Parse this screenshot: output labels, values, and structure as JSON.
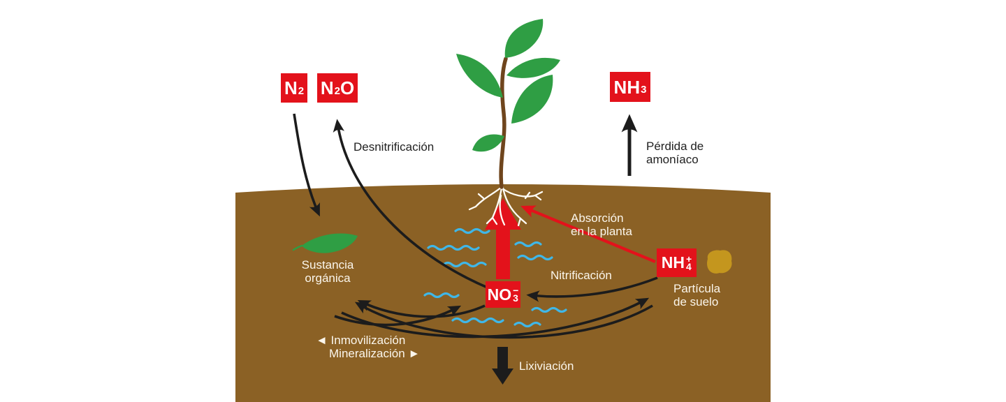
{
  "boxes": {
    "n2": {
      "base": "N",
      "sub": "2"
    },
    "n2o": {
      "n": "N",
      "sub": "2",
      "o": "O"
    },
    "nh3": {
      "base": "NH",
      "sub": "3"
    },
    "no3": {
      "base": "NO",
      "sub": "3",
      "sup": "−"
    },
    "nh4": {
      "base": "NH",
      "sub": "4",
      "sup": "+"
    }
  },
  "labels": {
    "desnitrificacion": "Desnitrificación",
    "perdida": [
      "Pérdida de",
      "amoníaco"
    ],
    "absorcion": [
      "Absorción",
      "en la planta"
    ],
    "nitrificacion": "Nitrificación",
    "sustancia": [
      "Sustancia",
      "orgánica"
    ],
    "inmovilizacion": "◄ Inmovilización",
    "mineralizacion": "Mineralización ►",
    "lixiviacion": "Lixiviación",
    "particula": [
      "Partícula",
      "de suelo"
    ]
  },
  "colors": {
    "soil_brown": "#8B6125",
    "box_red": "#E3121B",
    "arrow_red": "#E3121B",
    "arrow_black": "#1C1C1C",
    "leaf_green": "#2F9E44",
    "stem_brown": "#6F451D",
    "water_blue": "#3FB7E8",
    "particle_gold": "#C4961E",
    "roots_white": "#FFFDF6",
    "label_on_soil": "#FBF6EC",
    "label_on_sky": "#222222",
    "background": "#FFFFFF"
  }
}
